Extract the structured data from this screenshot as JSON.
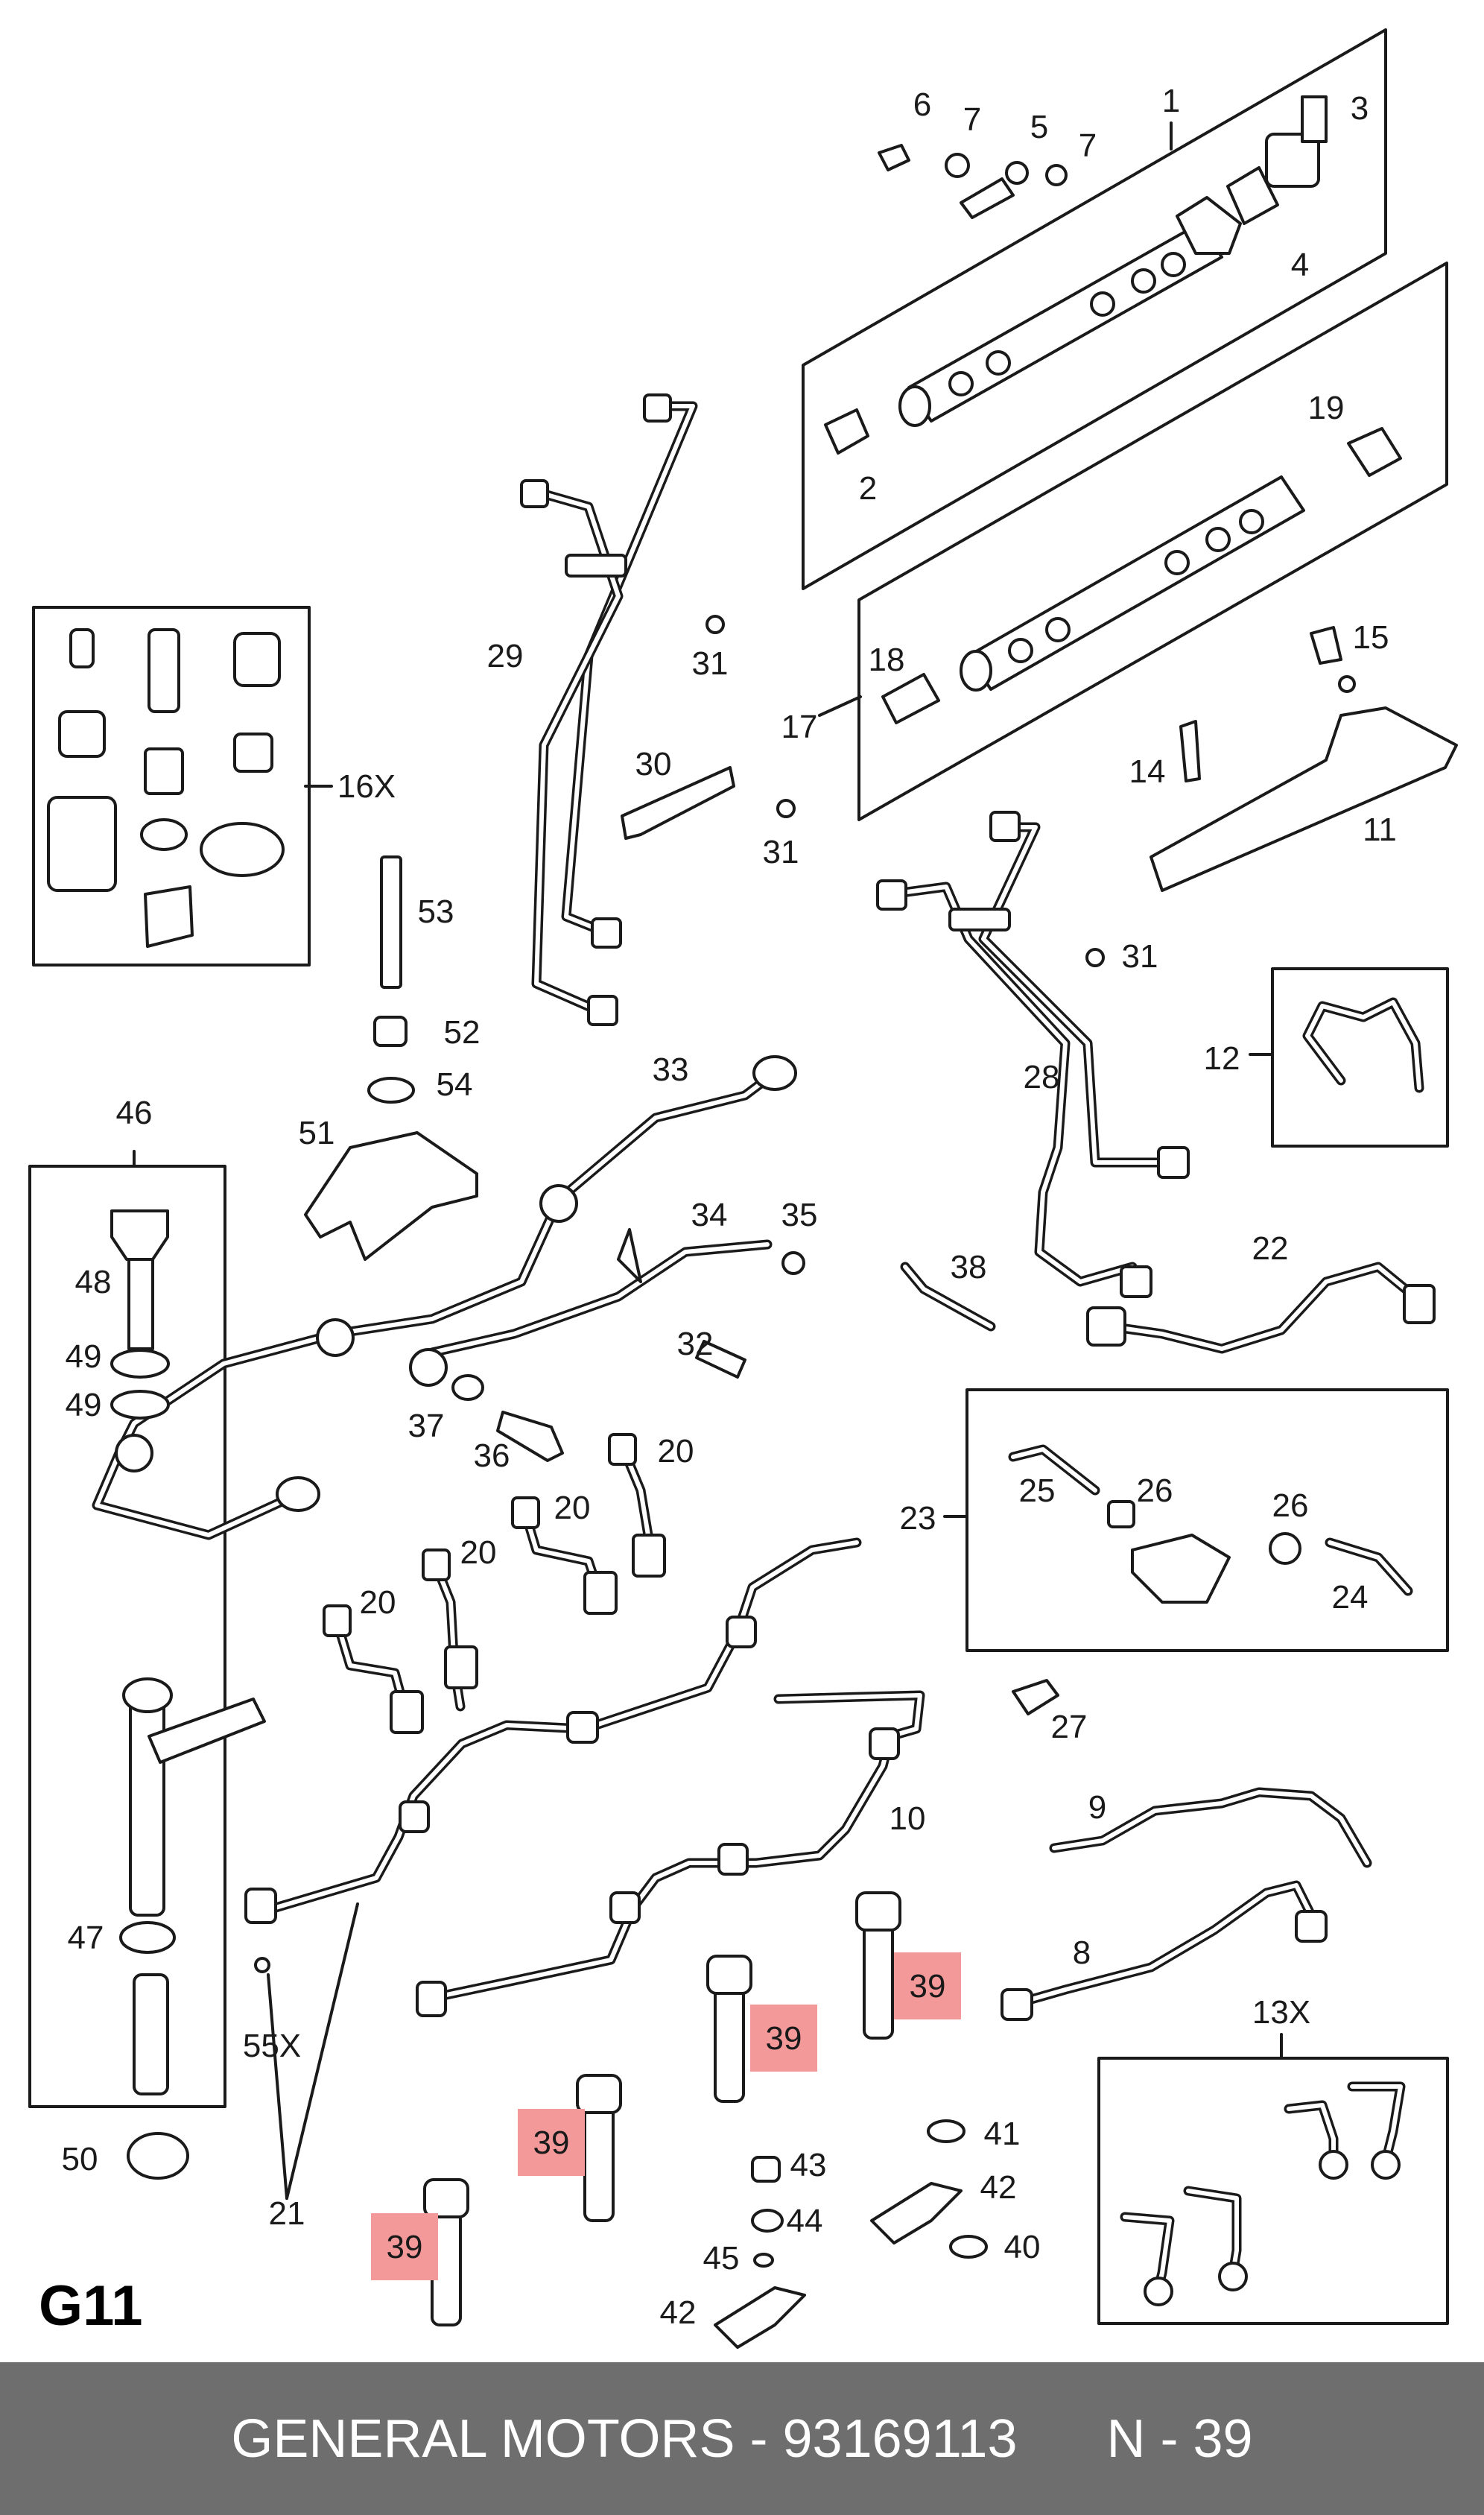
{
  "callouts": [
    "1",
    "2",
    "3",
    "4",
    "5",
    "6",
    "7",
    "7",
    "8",
    "9",
    "10",
    "11",
    "12",
    "13X",
    "14",
    "15",
    "16X",
    "17",
    "18",
    "19",
    "20",
    "20",
    "20",
    "20",
    "21",
    "22",
    "23",
    "24",
    "25",
    "26",
    "26",
    "27",
    "28",
    "29",
    "30",
    "31",
    "31",
    "31",
    "32",
    "33",
    "34",
    "35",
    "36",
    "37",
    "38",
    "39",
    "39",
    "39",
    "39",
    "40",
    "41",
    "42",
    "42",
    "43",
    "44",
    "45",
    "46",
    "47",
    "48",
    "49",
    "49",
    "50",
    "51",
    "52",
    "53",
    "54",
    "55X"
  ],
  "reference_code": "G11",
  "footer": {
    "text": "GENERAL MOTORS - 93169113      N - 39"
  },
  "colors": {
    "highlight": "#f4999a",
    "footer_background": "#6e6e6e",
    "footer_text": "#ffffff",
    "line": "#1a1a1a"
  }
}
